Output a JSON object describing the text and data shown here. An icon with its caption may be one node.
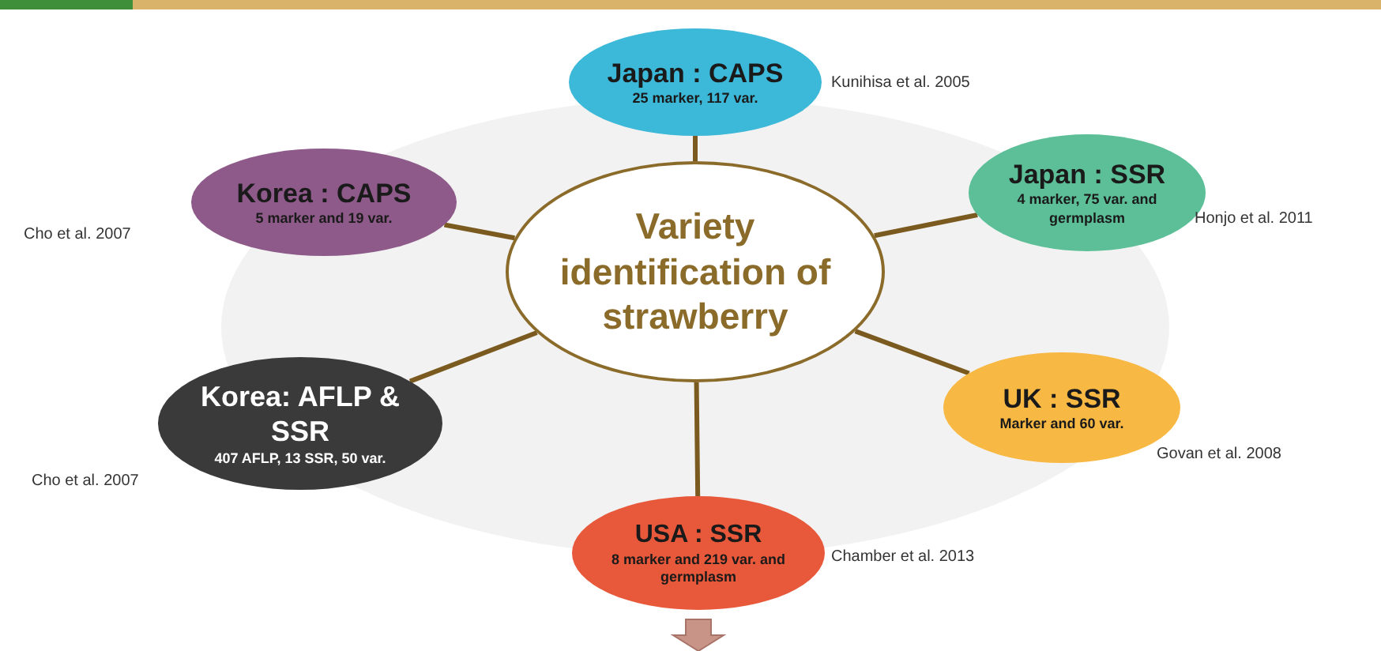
{
  "diagram": {
    "nodes": [
      {
        "text": [
          "Variety identification of strawberry"
        ]
      },
      {
        "text": [
          "Japan : CAPS",
          "25 marker, 117 var."
        ],
        "beside": [
          "Kunihisa et al. 2005"
        ]
      },
      {
        "text": [
          "Japan : SSR",
          "4 marker, 75 var. and germplasm"
        ],
        "beside": [
          "Honjo et al. 2011"
        ]
      },
      {
        "text": [
          "UK : SSR",
          "Marker and 60 var."
        ],
        "beside": [
          "Govan et al. 2008"
        ]
      },
      {
        "text": [
          "USA : SSR",
          "8 marker and 219 var. and germplasm"
        ],
        "beside": [
          "Chamber et al. 2013"
        ]
      },
      {
        "text": [
          "Korea: AFLP & SSR",
          "407 AFLP, 13 SSR, 50 var."
        ],
        "beside": [
          "Cho et al. 2007"
        ]
      },
      {
        "text": [
          "Korea : CAPS",
          "5 marker and 19 var."
        ],
        "beside": [
          "Cho et al. 2007"
        ]
      }
    ],
    "edges": [
      {
        "from": 0,
        "to": 1,
        "arrow": "none"
      },
      {
        "from": 0,
        "to": 2,
        "arrow": "none"
      },
      {
        "from": 0,
        "to": 3,
        "arrow": "none"
      },
      {
        "from": 0,
        "to": 4,
        "arrow": "none"
      },
      {
        "from": 0,
        "to": 5,
        "arrow": "none"
      },
      {
        "from": 0,
        "to": 6,
        "arrow": "none"
      }
    ]
  }
}
